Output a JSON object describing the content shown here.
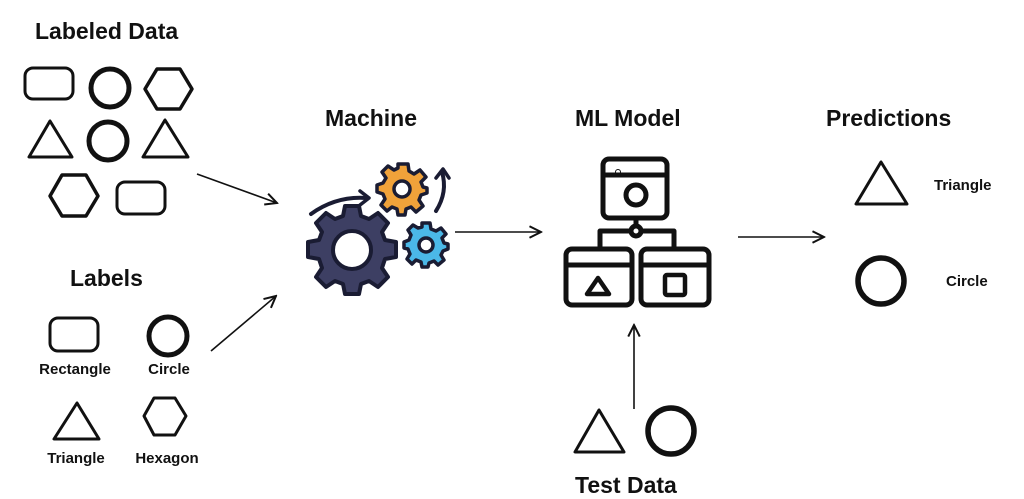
{
  "diagram": {
    "labeled_data": {
      "title": "Labeled Data",
      "shapes": [
        "rectangle",
        "circle",
        "hexagon",
        "triangle",
        "circle",
        "triangle",
        "hexagon",
        "rectangle"
      ]
    },
    "labels": {
      "title": "Labels",
      "items": [
        {
          "shape": "rectangle",
          "label": "Rectangle"
        },
        {
          "shape": "circle",
          "label": "Circle"
        },
        {
          "shape": "triangle",
          "label": "Triangle"
        },
        {
          "shape": "hexagon",
          "label": "Hexagon"
        }
      ]
    },
    "machine": {
      "title": "Machine",
      "icon": "gears-icon",
      "colors": {
        "large_gear": "#3d3f63",
        "orange_gear": "#f0a23a",
        "blue_gear": "#4bb8e8",
        "outline": "#1a1c33"
      }
    },
    "ml_model": {
      "title": "ML Model",
      "icon": "model-hierarchy-icon"
    },
    "predictions": {
      "title": "Predictions",
      "items": [
        {
          "shape": "triangle",
          "label": "Triangle"
        },
        {
          "shape": "circle",
          "label": "Circle"
        }
      ]
    },
    "test_data": {
      "title": "Test Data",
      "shapes": [
        "triangle",
        "circle"
      ]
    },
    "edges": [
      {
        "from": "labeled_data",
        "to": "machine"
      },
      {
        "from": "labels",
        "to": "machine"
      },
      {
        "from": "machine",
        "to": "ml_model"
      },
      {
        "from": "test_data",
        "to": "ml_model"
      },
      {
        "from": "ml_model",
        "to": "predictions"
      }
    ]
  }
}
